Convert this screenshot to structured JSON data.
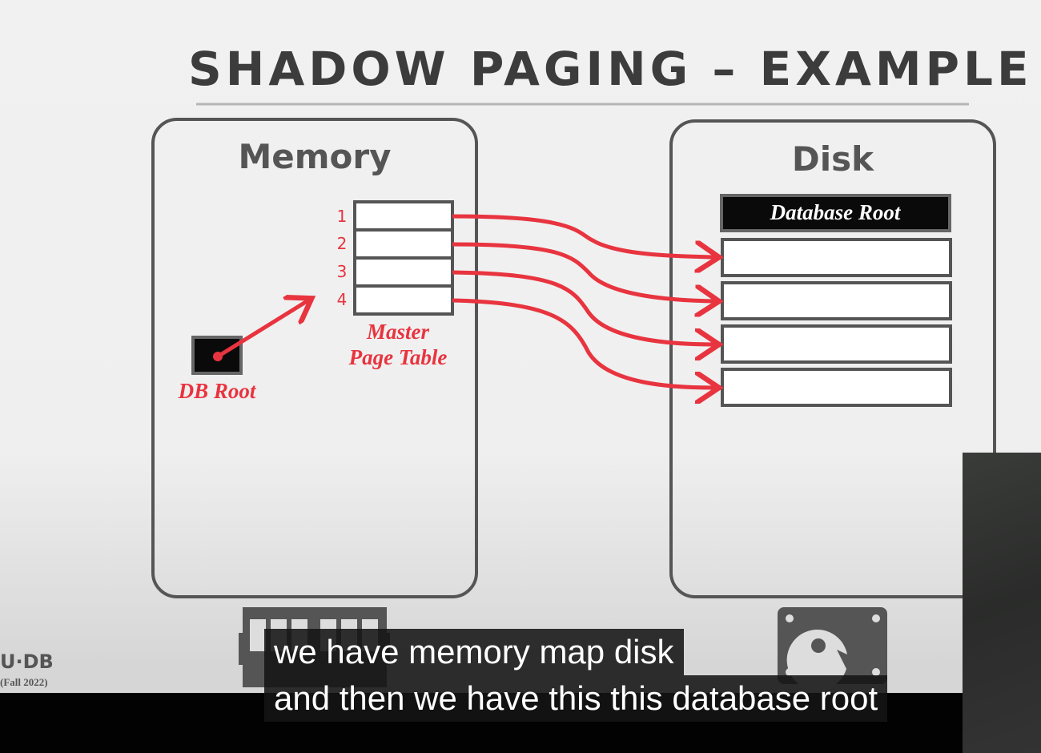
{
  "slide": {
    "title": "SHADOW PAGING – EXAMPLE",
    "memory": {
      "label": "Memory",
      "page_table_numbers": [
        "1",
        "2",
        "3",
        "4"
      ],
      "page_table_label_line1": "Master",
      "page_table_label_line2": "Page Table",
      "db_root_label": "DB Root"
    },
    "disk": {
      "label": "Disk",
      "database_root_label": "Database Root"
    },
    "logo": "U·DB",
    "term": "(Fall 2022)",
    "colors": {
      "accent": "#e8343f",
      "outline": "#555555"
    }
  },
  "captions": {
    "line1": "we have memory map disk",
    "line2": "and then we have this this database root"
  }
}
